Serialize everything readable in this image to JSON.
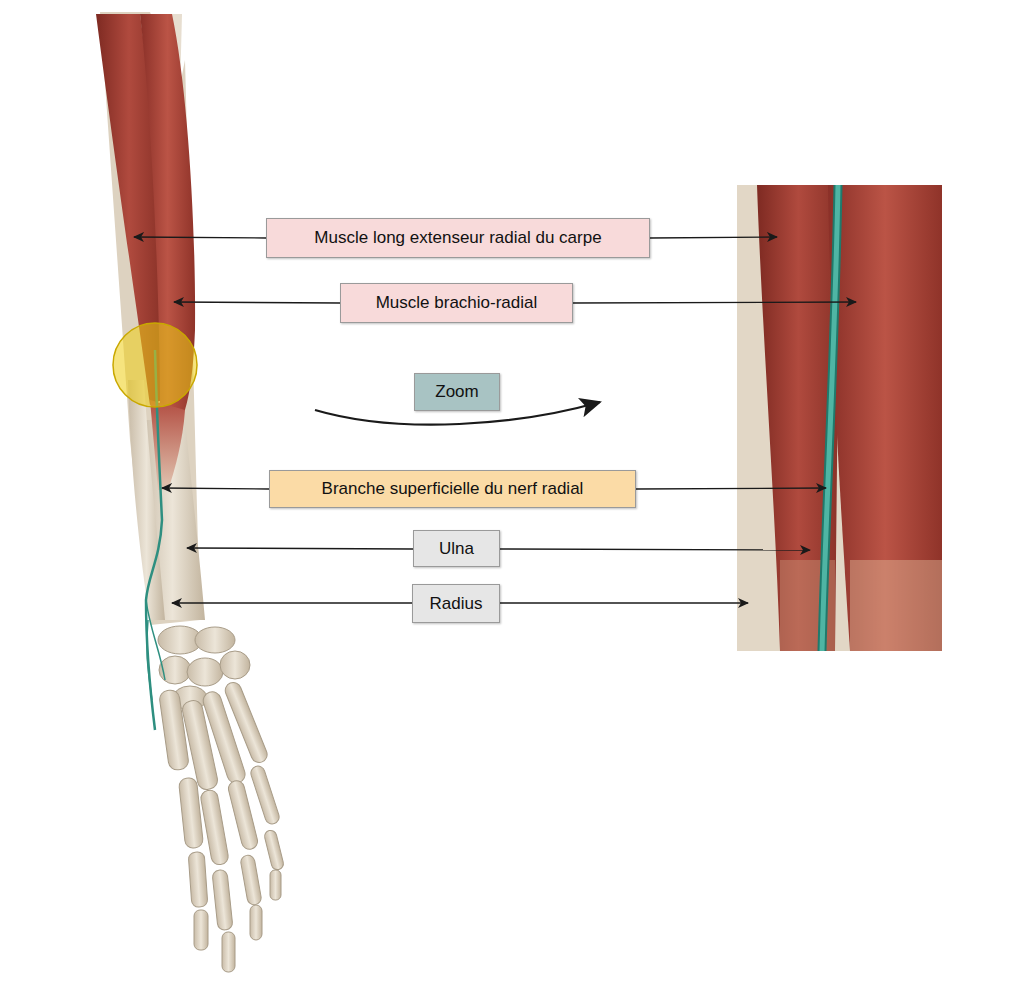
{
  "diagram": {
    "nodes": [
      {
        "text": [
          "Muscle long extenseur radial du carpe"
        ]
      },
      {
        "text": [
          "Muscle brachio-radial"
        ]
      },
      {
        "text": [
          "Zoom"
        ]
      },
      {
        "text": [
          "Branche superficielle du nerf radial"
        ]
      },
      {
        "text": [
          "Ulna"
        ]
      },
      {
        "text": [
          "Radius"
        ]
      }
    ]
  }
}
